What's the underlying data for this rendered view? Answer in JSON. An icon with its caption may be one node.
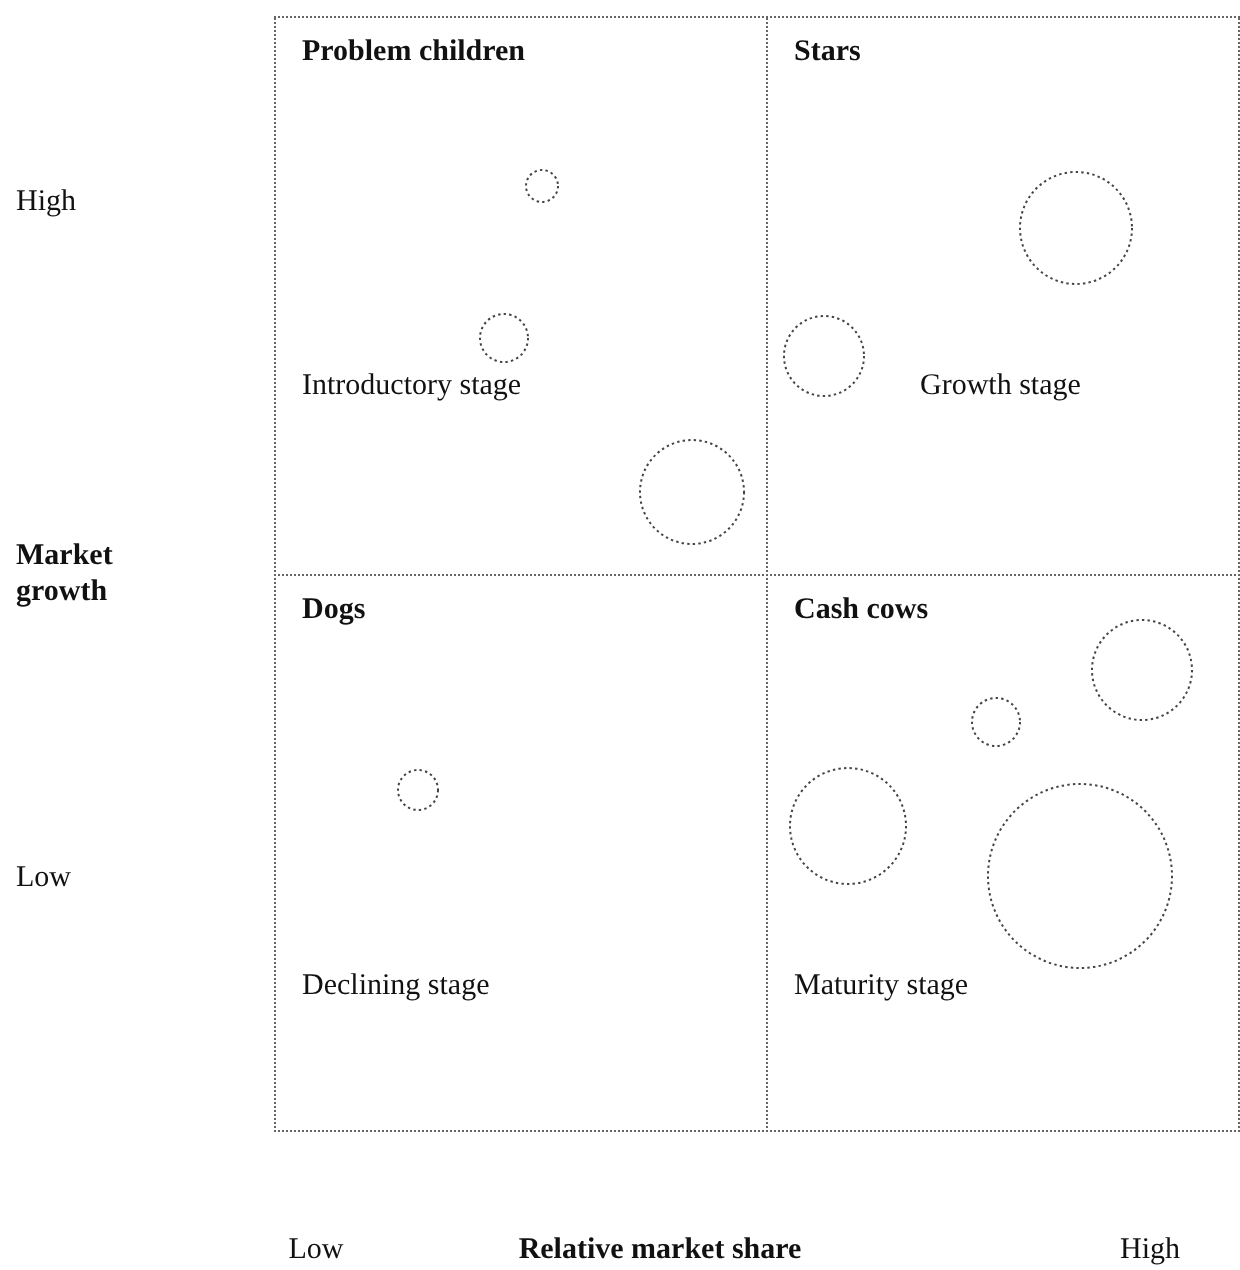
{
  "diagram": {
    "nodes": [
      {
        "text": [
          "Problem children",
          "Introductory stage"
        ]
      },
      {
        "text": [
          "Stars",
          "Growth stage"
        ]
      },
      {
        "text": [
          "Dogs",
          "Declining stage"
        ]
      },
      {
        "text": [
          "Cash cows",
          "Maturity stage"
        ]
      }
    ],
    "labels": [
      "High",
      "Market growth",
      "Low",
      "Low",
      "Relative market share",
      "High"
    ]
  }
}
